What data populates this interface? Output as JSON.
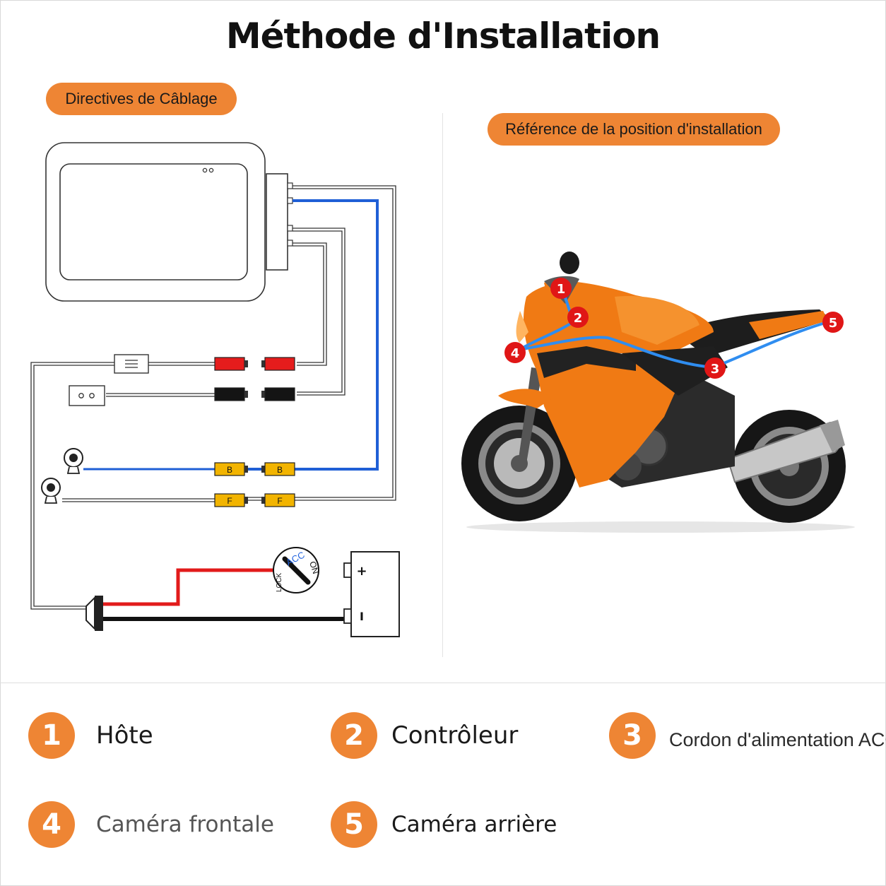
{
  "title": "Méthode d'Installation",
  "sections": {
    "wiring": "Directives de Câblage",
    "position": "Référence de la position d'installation"
  },
  "connectors": {
    "back": "B",
    "front": "F"
  },
  "ignition": {
    "acc": "ACC",
    "on": "ON",
    "lock": "LOCK"
  },
  "battery": {
    "plus": "+",
    "minus": "I"
  },
  "markers": [
    "1",
    "2",
    "3",
    "4",
    "5"
  ],
  "legend": [
    {
      "num": "1",
      "label": "Hôte"
    },
    {
      "num": "2",
      "label": "Contrôleur"
    },
    {
      "num": "3",
      "label": "Cordon d'alimentation ACC"
    },
    {
      "num": "4",
      "label": "Caméra frontale"
    },
    {
      "num": "5",
      "label": "Caméra arrière"
    }
  ],
  "colors": {
    "accent": "#ee8534",
    "cable_blue": "#1f5fd6",
    "wire_red": "#e21b1b",
    "marker_red": "#e01616",
    "connector_yellow": "#f2b400"
  }
}
